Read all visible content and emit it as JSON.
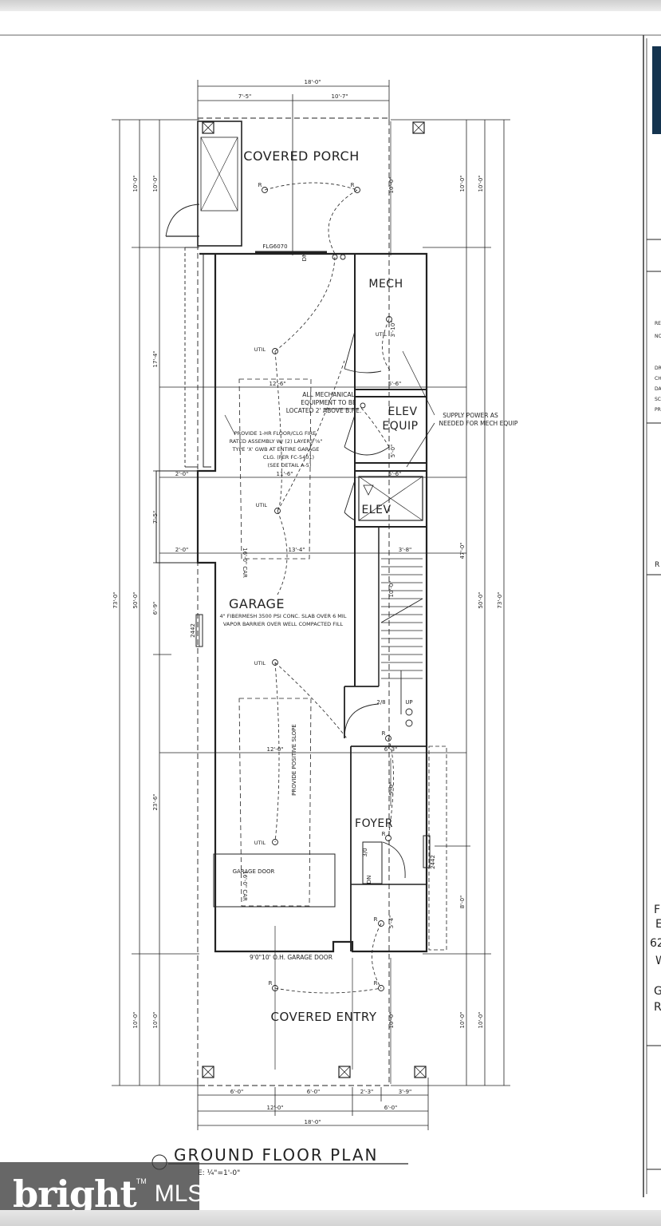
{
  "plan": {
    "title": "GROUND FLOOR PLAN",
    "scale": "E: ¼\"=1'-0\""
  },
  "rooms": {
    "covered_porch": "COVERED PORCH",
    "mech": "MECH",
    "elev_equip_1": "ELEV",
    "elev_equip_2": "EQUIP",
    "elev": "ELEV",
    "garage": "GARAGE",
    "foyer": "FOYER",
    "covered_entry": "COVERED ENTRY"
  },
  "notes": {
    "mech_1": "ALL MECHANICAL",
    "mech_2": "EQUIPMENT TO BE",
    "mech_3": "LOCATED 2' ABOVE B.F.E.",
    "supply_1": "SUPPLY POWER AS",
    "supply_2": "NEEDED FOR MECH EQUIP",
    "fire_1": "PROVIDE 1-HR FLOOR/CLG FIRE",
    "fire_2": "RATED ASSEMBLY W/ (2) LAYERS ⅝\"",
    "fire_3": "TYPE 'X' GWB AT ENTIRE GARAGE",
    "fire_4": "CLG. (PER FC-5401)",
    "fire_5": "(SEE DETAIL A-5)",
    "slab_1": "4\" FIBERMESH 3500 PSI CONC. SLAB OVER 6 MIL",
    "slab_2": "VAPOR BARRIER OVER WELL COMPACTED FILL",
    "slope": "PROVIDE POSITIVE SLOPE",
    "garage_door_small": "GARAGE DOOR",
    "garage_door": "9'0\"10' O.H. GARAGE DOOR",
    "door_top": "FLG6070",
    "car_1": "16'-0\" CAR",
    "car_2": "16'-0\" CAR",
    "up": "UP",
    "win_2442_a": "2442",
    "win_2442_b": "2442",
    "door_28": "2/8",
    "door_30": "3/0",
    "dn_1": "DN",
    "dn_2": "DN",
    "util": "UTIL",
    "r": "R"
  },
  "dims": {
    "top_overall": "18'-0\"",
    "top_left": "7'-5\"",
    "top_right": "10'-7\"",
    "d_12_6": "12'-6\"",
    "d_5_6a": "5'-6\"",
    "d_11_6": "11'-6\"",
    "d_5_6b": "5'-6\"",
    "d_13_4": "13'-4\"",
    "d_3_8": "3'-8\"",
    "d_12_0": "12'-0\"",
    "d_6_3": "6'-3\"",
    "d_2_0a": "2'-0\"",
    "d_2_0b": "2'-0\"",
    "left_10_0a": "10'-0\"",
    "left_17_4": "17'-4\"",
    "left_7_5": "7'-5\"",
    "left_6_9": "6'-9\"",
    "left_23_6": "23'-6\"",
    "left_10_0b": "10'-0\"",
    "left_10_0c": "10'-0\"",
    "left_50_0": "50'-0\"",
    "left_73_0": "73'-0\"",
    "right_10_0a": "10'-0\"",
    "right_10_0b": "10'-0\"",
    "right_47_0": "47'-0\"",
    "right_50_0": "50'-0\"",
    "right_73_0": "73'-0\"",
    "right_8_0": "8'-0\"",
    "right_10_0c": "10'-0\"",
    "right_10_0d": "10'-0\"",
    "in_10_0a": "10'-0\"",
    "in_10_0b": "10'-0\"",
    "in_10_0c": "10'-0\"",
    "in_3_10": "3'-10\"",
    "in_5_0a": "5'-0\"",
    "in_5_0b": "5'-0\"",
    "in_5_4": "5'-4\"",
    "bot_6_0a": "6'-0\"",
    "bot_6_0b": "6'-0\"",
    "bot_2_3": "2'-3\"",
    "bot_3_9": "3'-9\"",
    "bot_12_0": "12'-0\"",
    "bot_6_0c": "6'-0\"",
    "bot_overall": "18'-0\""
  },
  "title_block": {
    "l1": "F",
    "l2": "E",
    "l3": "62",
    "l4": "W",
    "l5": "G",
    "l6": "R",
    "side_1": "RE",
    "side_2": "NO",
    "side_3": "DR",
    "side_4": "CH",
    "side_5": "DA",
    "side_6": "SC",
    "side_7": "PR",
    "side_8": "R"
  },
  "watermark": {
    "brand": "bright",
    "mls": "MLS",
    "tm": "TM"
  }
}
